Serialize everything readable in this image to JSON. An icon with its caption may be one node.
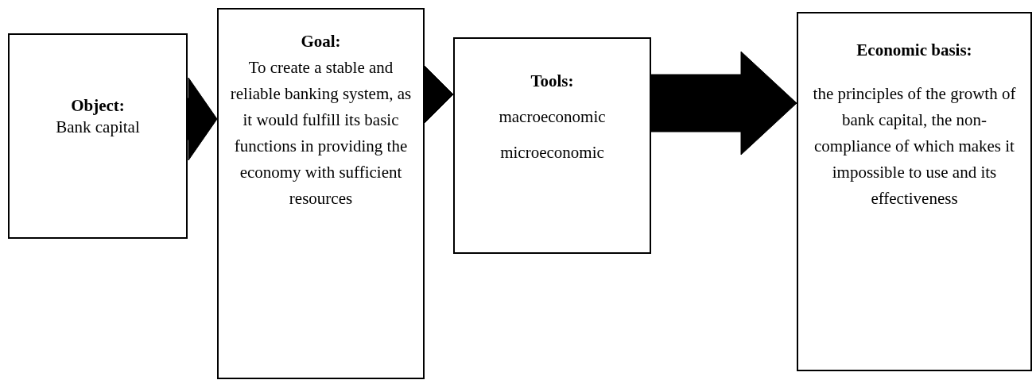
{
  "diagram": {
    "nodes": [
      {
        "text": [
          "Object:",
          "Bank capital"
        ]
      },
      {
        "text": [
          "Goal:",
          "To create a stable and reliable banking system, as it would fulfill its basic functions in providing the economy with sufficient resources"
        ]
      },
      {
        "text": [
          "Tools:",
          "macroeconomic",
          "microeconomic"
        ]
      },
      {
        "text": [
          "Economic basis:",
          "the principles of the growth of bank capital, the non-compliance of which makes it impossible to use and its effectiveness"
        ]
      }
    ],
    "edges": [
      {
        "from": 0,
        "to": 1,
        "arrow": "to"
      },
      {
        "from": 1,
        "to": 2,
        "arrow": "to"
      },
      {
        "from": 2,
        "to": 3,
        "arrow": "to"
      }
    ]
  }
}
